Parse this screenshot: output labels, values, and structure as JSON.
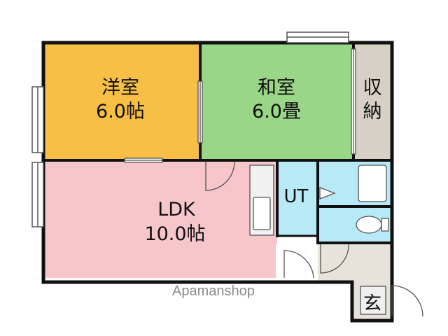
{
  "rooms": {
    "western": {
      "name": "洋室",
      "size": "6.0帖"
    },
    "japanese": {
      "name": "和室",
      "size": "6.0畳"
    },
    "storage": {
      "name_line1": "収",
      "name_line2": "納"
    },
    "ldk": {
      "name": "LDK",
      "size": "10.0帖"
    },
    "utility": {
      "name": "UT"
    },
    "entrance": {
      "name": "玄"
    }
  },
  "watermark": "Apamanshop",
  "colors": {
    "western": "#f7bf45",
    "japanese": "#9ad688",
    "storage": "#d6d1c4",
    "ldk": "#f6c6cb",
    "wet": "#b7eaf6",
    "hall": "#e6e3da",
    "wall": "#111111"
  }
}
